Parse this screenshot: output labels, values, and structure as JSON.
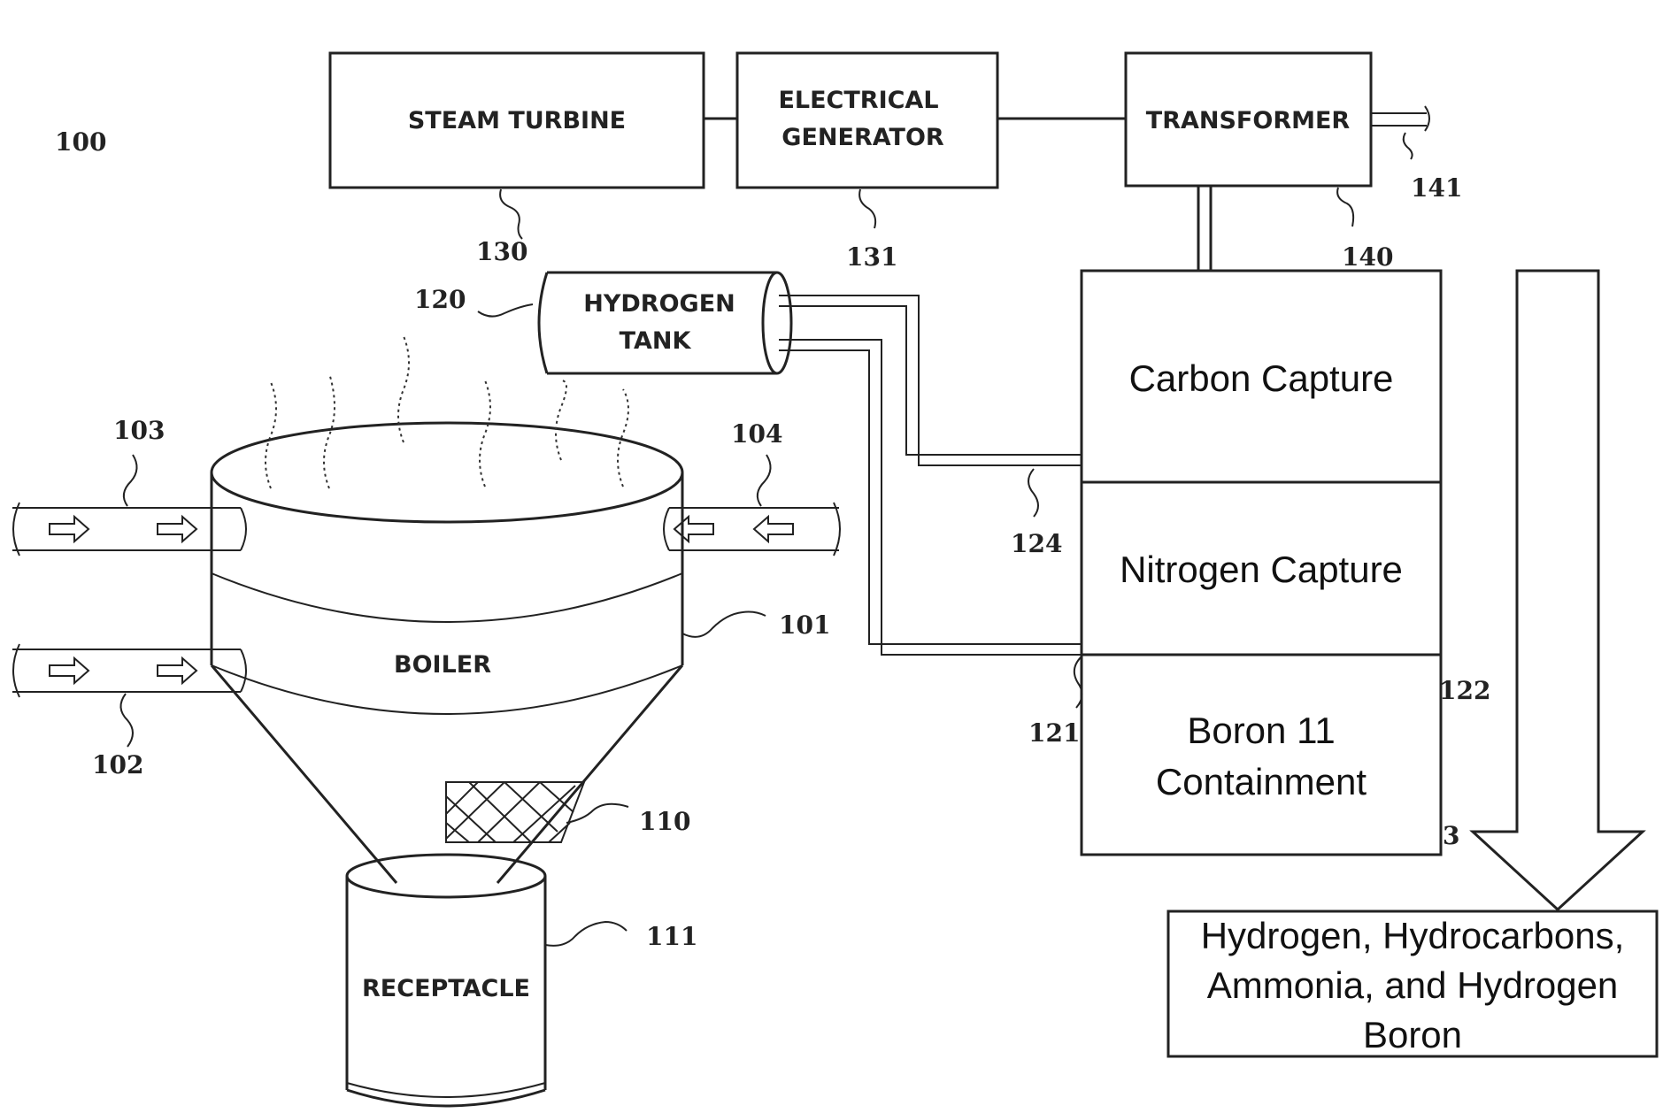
{
  "figure": {
    "ref": "100",
    "components": {
      "steam_turbine": {
        "label": "STEAM TURBINE",
        "ref": "130"
      },
      "generator": {
        "line1": "ELECTRICAL",
        "line2": "GENERATOR",
        "ref": "131"
      },
      "transformer": {
        "label": "TRANSFORMER",
        "ref": "140",
        "output_ref": "141"
      },
      "hydrogen_tank": {
        "line1": "HYDROGEN",
        "line2": "TANK",
        "ref": "120"
      },
      "carbon_capture": {
        "label": "Carbon Capture"
      },
      "nitrogen_capture": {
        "label": "Nitrogen Capture"
      },
      "boron_containment": {
        "line1": "Boron 11",
        "line2": "Containment"
      },
      "boiler": {
        "label": "BOILER",
        "ref": "101"
      },
      "receptacle": {
        "label": "RECEPTACLE",
        "ref": "111"
      },
      "filter": {
        "ref": "110"
      },
      "inlet_top": {
        "ref": "103"
      },
      "inlet_bottom": {
        "ref": "102"
      },
      "inlet_right": {
        "ref": "104"
      },
      "line_top": {
        "ref": "124"
      },
      "line_bottom": {
        "ref": "121"
      },
      "capture_ref_right": "122",
      "capture_ref_partial": "3",
      "products": {
        "line1": "Hydrogen, Hydrocarbons,",
        "line2": "Ammonia, and Hydrogen",
        "line3": "Boron"
      }
    }
  }
}
